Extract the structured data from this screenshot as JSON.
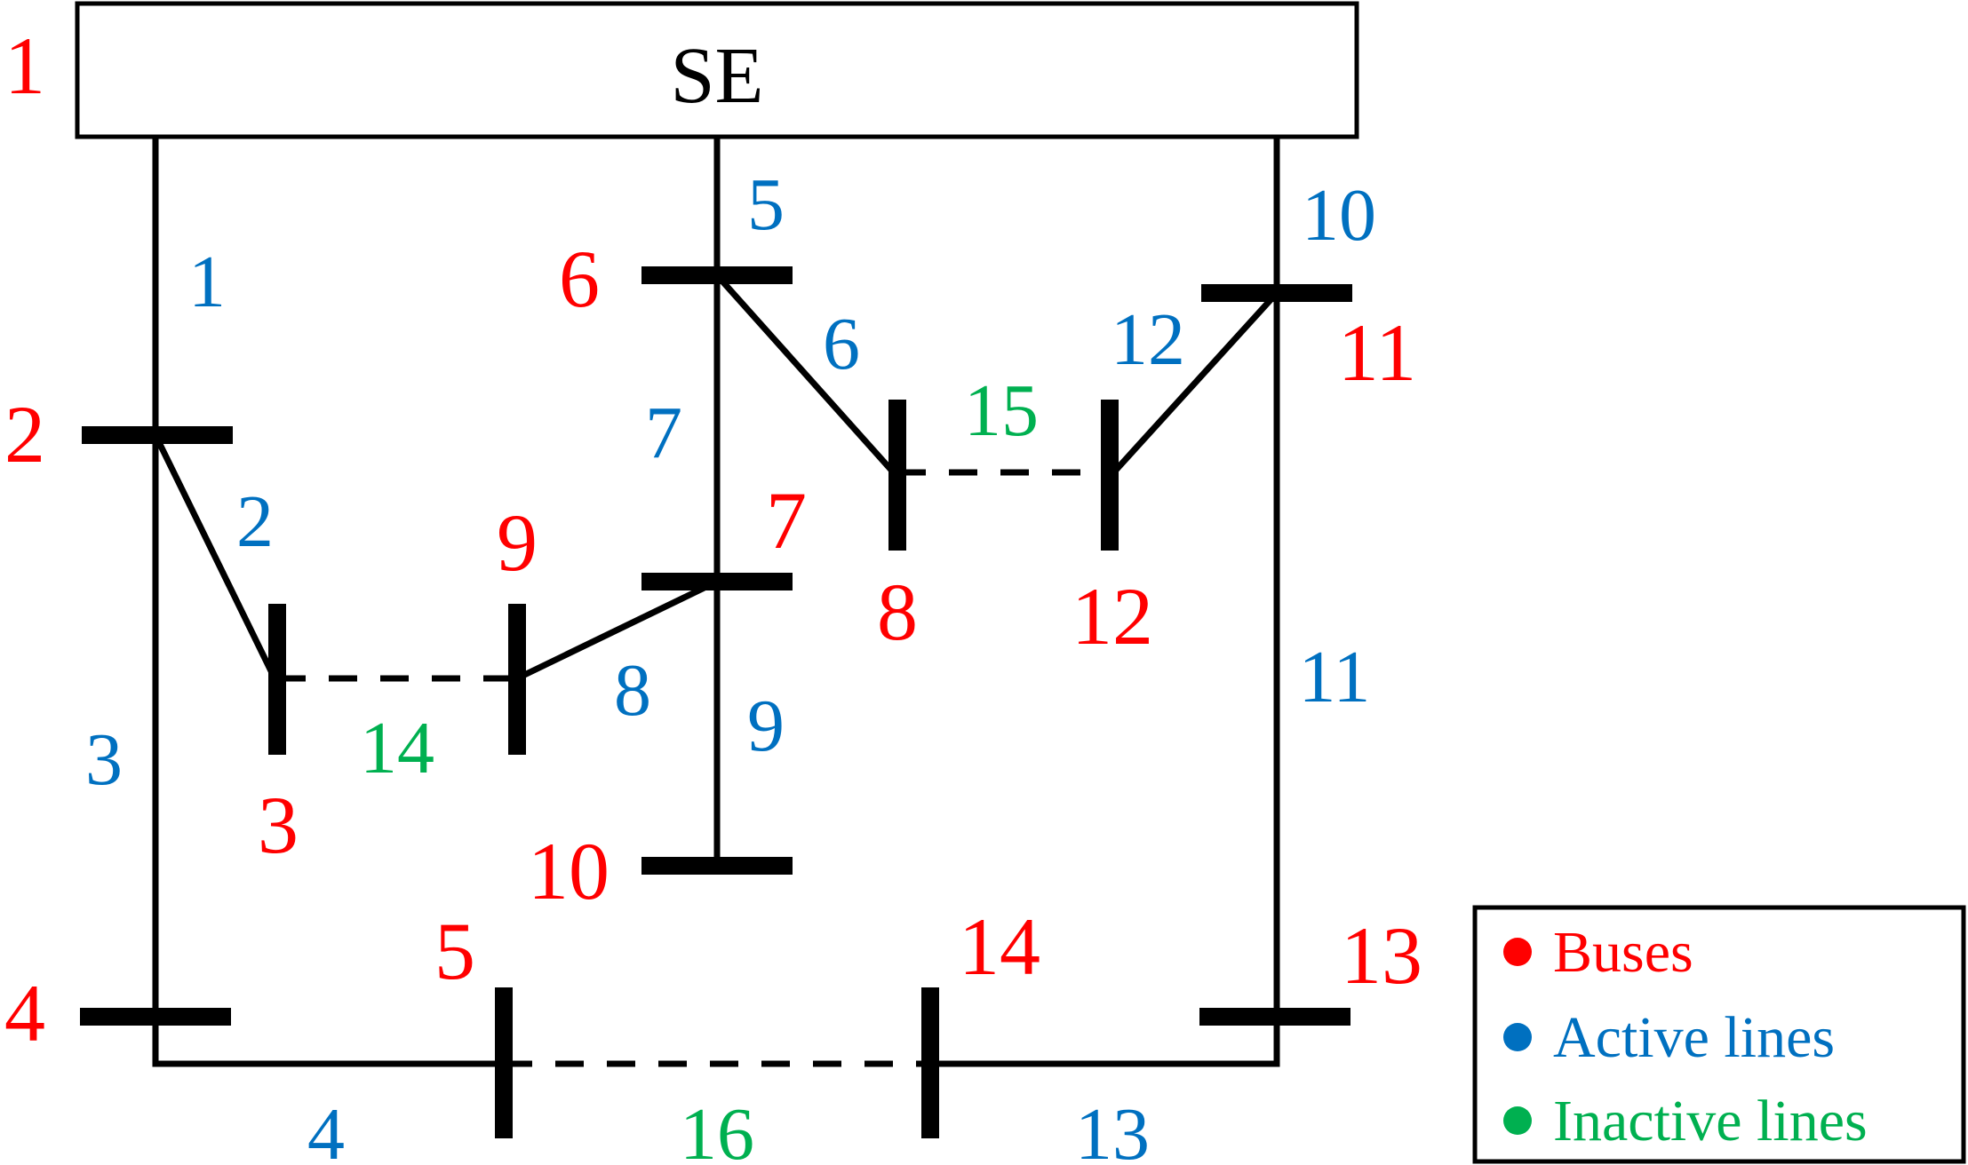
{
  "colors": {
    "bus": "#ff0000",
    "active": "#0070c0",
    "inactive": "#00b050",
    "wire": "#000000"
  },
  "source": {
    "label": "SE"
  },
  "buses": [
    {
      "id": "1",
      "label": "1"
    },
    {
      "id": "2",
      "label": "2"
    },
    {
      "id": "3",
      "label": "3"
    },
    {
      "id": "4",
      "label": "4"
    },
    {
      "id": "5",
      "label": "5"
    },
    {
      "id": "6",
      "label": "6"
    },
    {
      "id": "7",
      "label": "7"
    },
    {
      "id": "8",
      "label": "8"
    },
    {
      "id": "9",
      "label": "9"
    },
    {
      "id": "10",
      "label": "10"
    },
    {
      "id": "11",
      "label": "11"
    },
    {
      "id": "12",
      "label": "12"
    },
    {
      "id": "13",
      "label": "13"
    },
    {
      "id": "14",
      "label": "14"
    }
  ],
  "lines": [
    {
      "label": "1",
      "from": "1",
      "to": "2",
      "status": "active"
    },
    {
      "label": "2",
      "from": "2",
      "to": "3",
      "status": "active"
    },
    {
      "label": "3",
      "from": "2",
      "to": "4",
      "status": "active"
    },
    {
      "label": "4",
      "from": "4",
      "to": "5",
      "status": "active"
    },
    {
      "label": "5",
      "from": "1",
      "to": "6",
      "status": "active"
    },
    {
      "label": "6",
      "from": "6",
      "to": "8",
      "status": "active"
    },
    {
      "label": "7",
      "from": "6",
      "to": "7",
      "status": "active"
    },
    {
      "label": "8",
      "from": "7",
      "to": "9",
      "status": "active"
    },
    {
      "label": "9",
      "from": "7",
      "to": "10",
      "status": "active"
    },
    {
      "label": "10",
      "from": "1",
      "to": "11",
      "status": "active"
    },
    {
      "label": "11",
      "from": "11",
      "to": "13",
      "status": "active"
    },
    {
      "label": "12",
      "from": "11",
      "to": "12",
      "status": "active"
    },
    {
      "label": "13",
      "from": "13",
      "to": "14",
      "status": "active"
    },
    {
      "label": "14",
      "from": "3",
      "to": "9",
      "status": "inactive"
    },
    {
      "label": "15",
      "from": "8",
      "to": "12",
      "status": "inactive"
    },
    {
      "label": "16",
      "from": "5",
      "to": "14",
      "status": "inactive"
    }
  ],
  "legend": {
    "items": [
      {
        "label": "Buses",
        "key": "bus"
      },
      {
        "label": "Active lines",
        "key": "active"
      },
      {
        "label": "Inactive lines",
        "key": "inactive"
      }
    ]
  }
}
